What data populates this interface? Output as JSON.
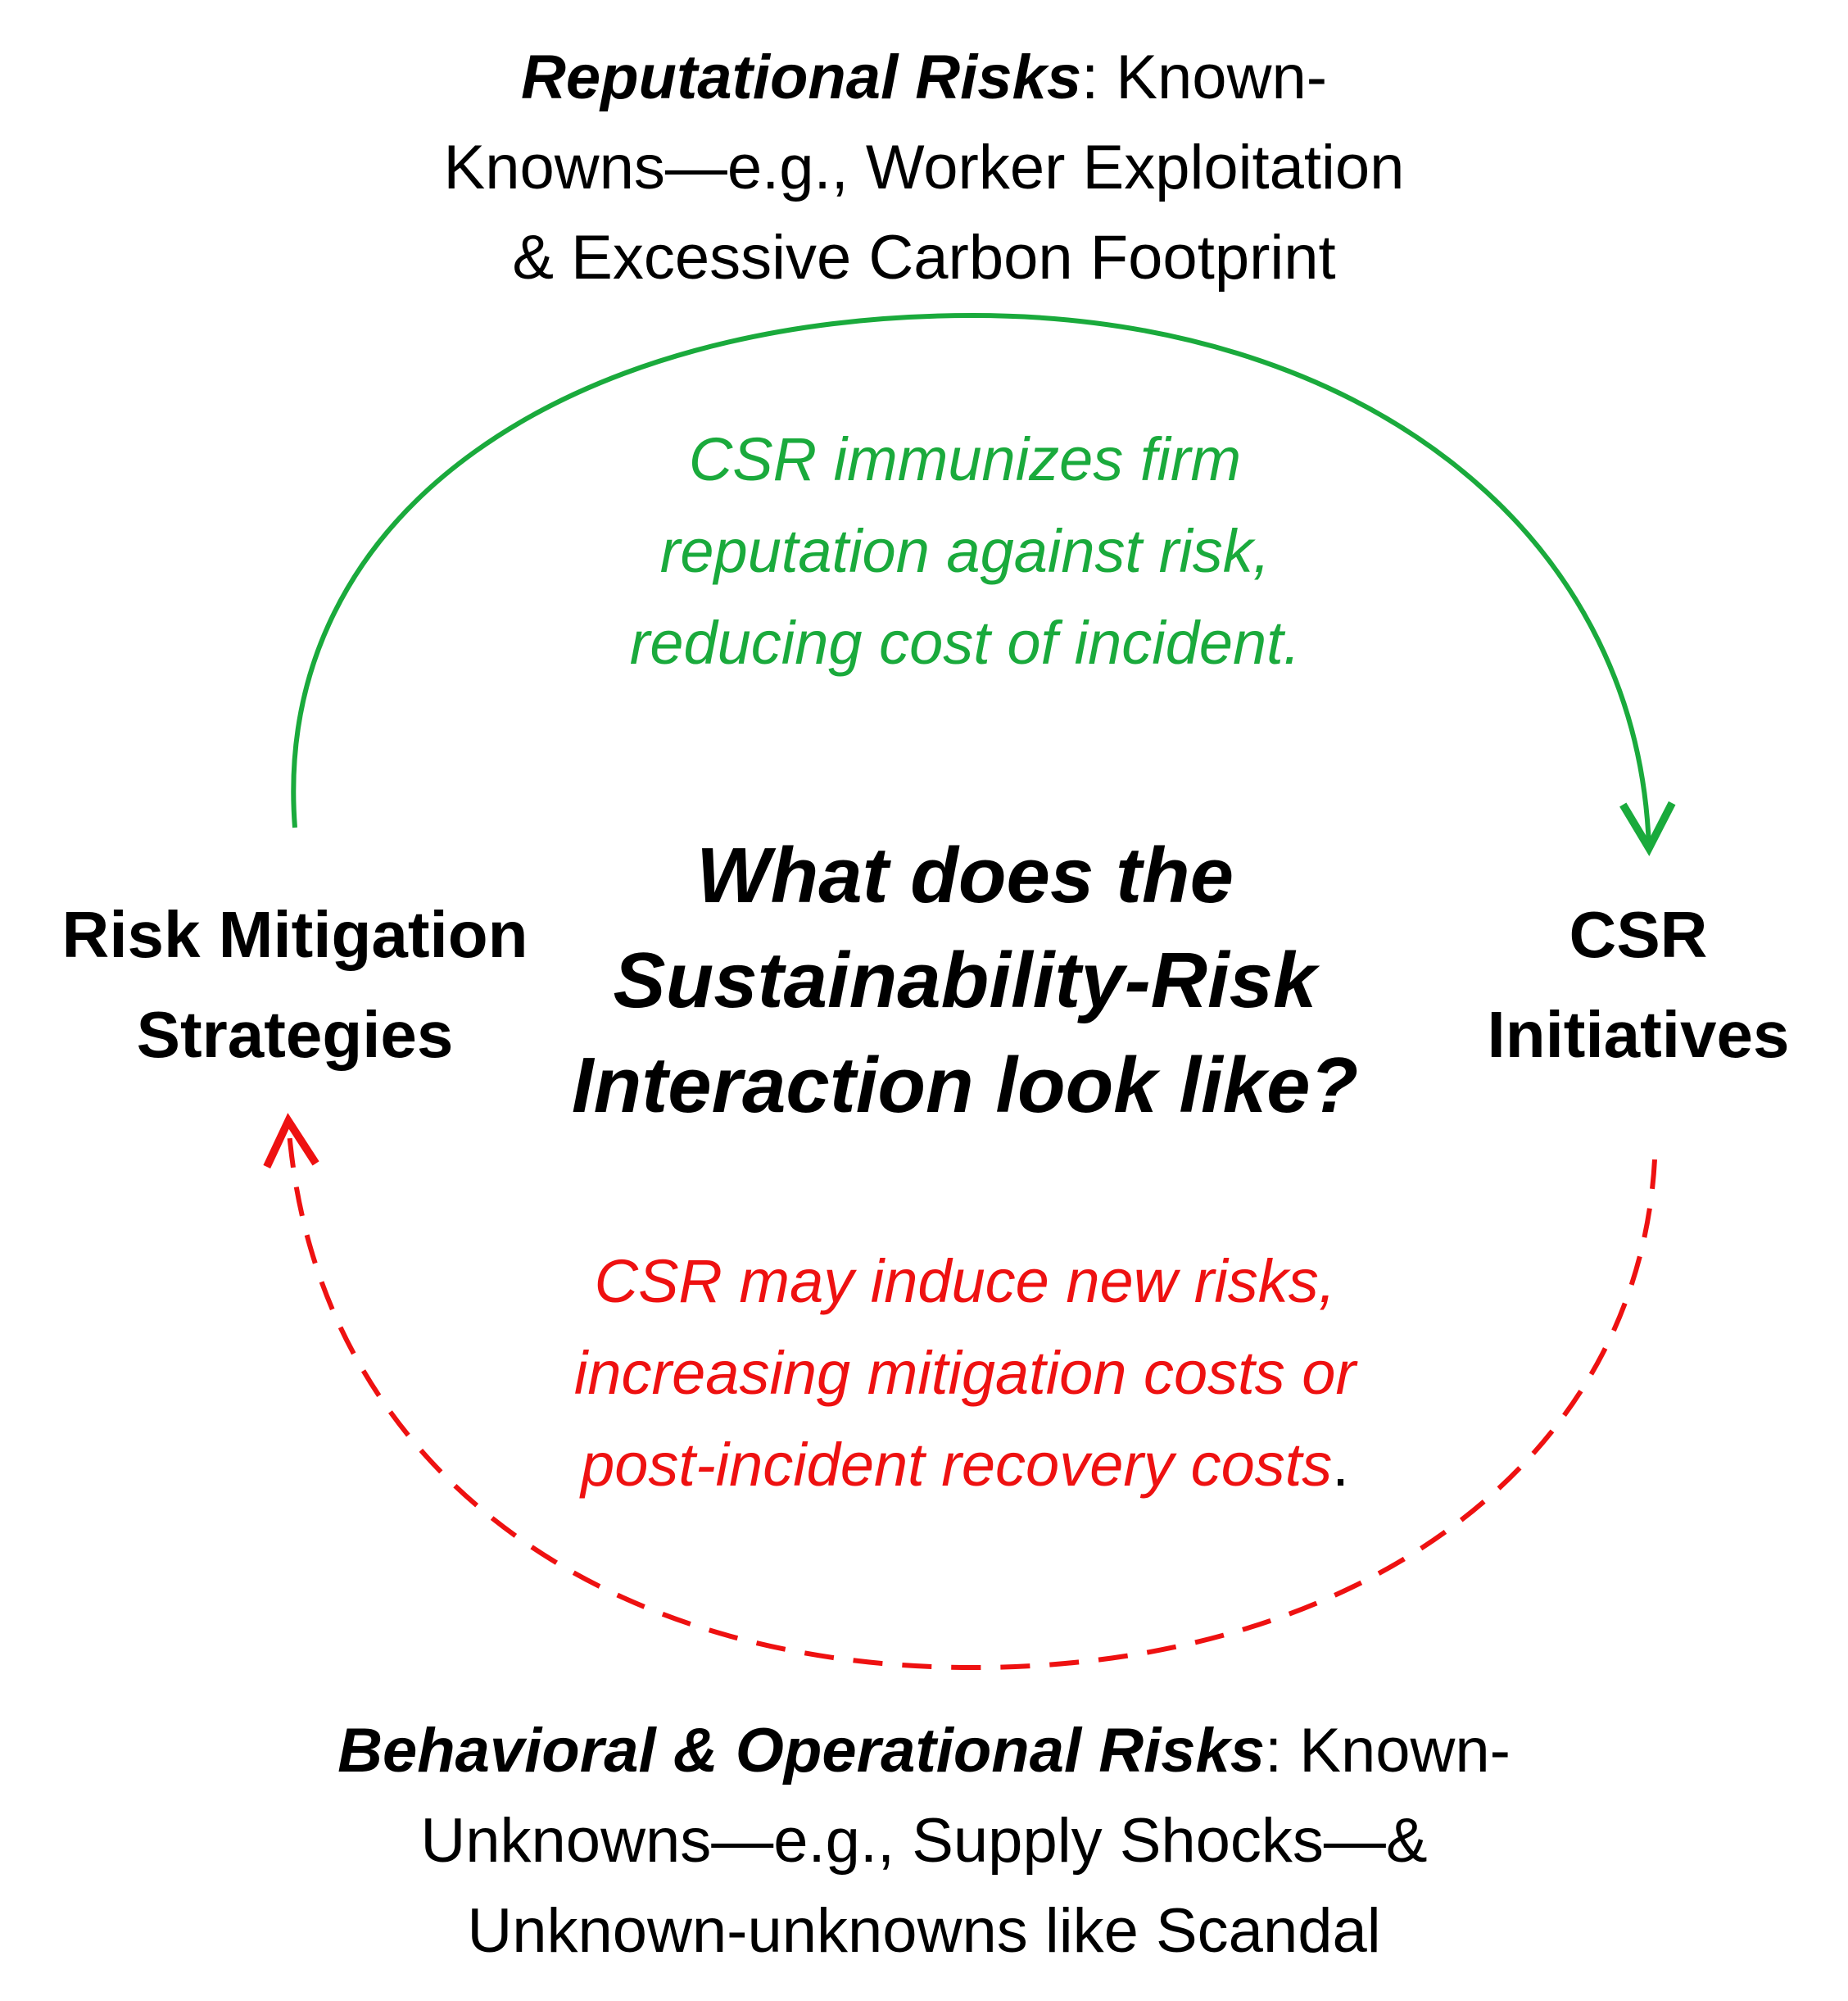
{
  "colors": {
    "positive": "#1aaa3c",
    "negative": "#ee1111",
    "text": "#000000",
    "background": "#ffffff"
  },
  "top_risks": {
    "label": "Reputational Risks",
    "rest_line1": ": Known-",
    "line2": "Knowns—e.g., Worker Exploitation",
    "line3": "& Excessive Carbon Footprint"
  },
  "green_arrow_note": {
    "line1": "CSR immunizes firm",
    "line2": "reputation against risk,",
    "line3": "reducing cost of incident."
  },
  "center_question": {
    "line1": "What does the",
    "line2": "Sustainability-Risk",
    "line3": "Interaction look like?"
  },
  "left_node": {
    "line1": "Risk Mitigation",
    "line2": "Strategies"
  },
  "right_node": {
    "line1": "CSR",
    "line2": "Initiatives"
  },
  "red_arrow_note": {
    "line1": "CSR may induce new risks,",
    "line2": "increasing mitigation costs or",
    "line3": "post-incident recovery costs",
    "line3_end": "."
  },
  "bottom_risks": {
    "label": "Behavioral & Operational Risks",
    "rest_line1": ": Known-",
    "line2": "Unknowns—e.g., Supply Shocks—&",
    "line3": "Unknown-unknowns like Scandal"
  }
}
